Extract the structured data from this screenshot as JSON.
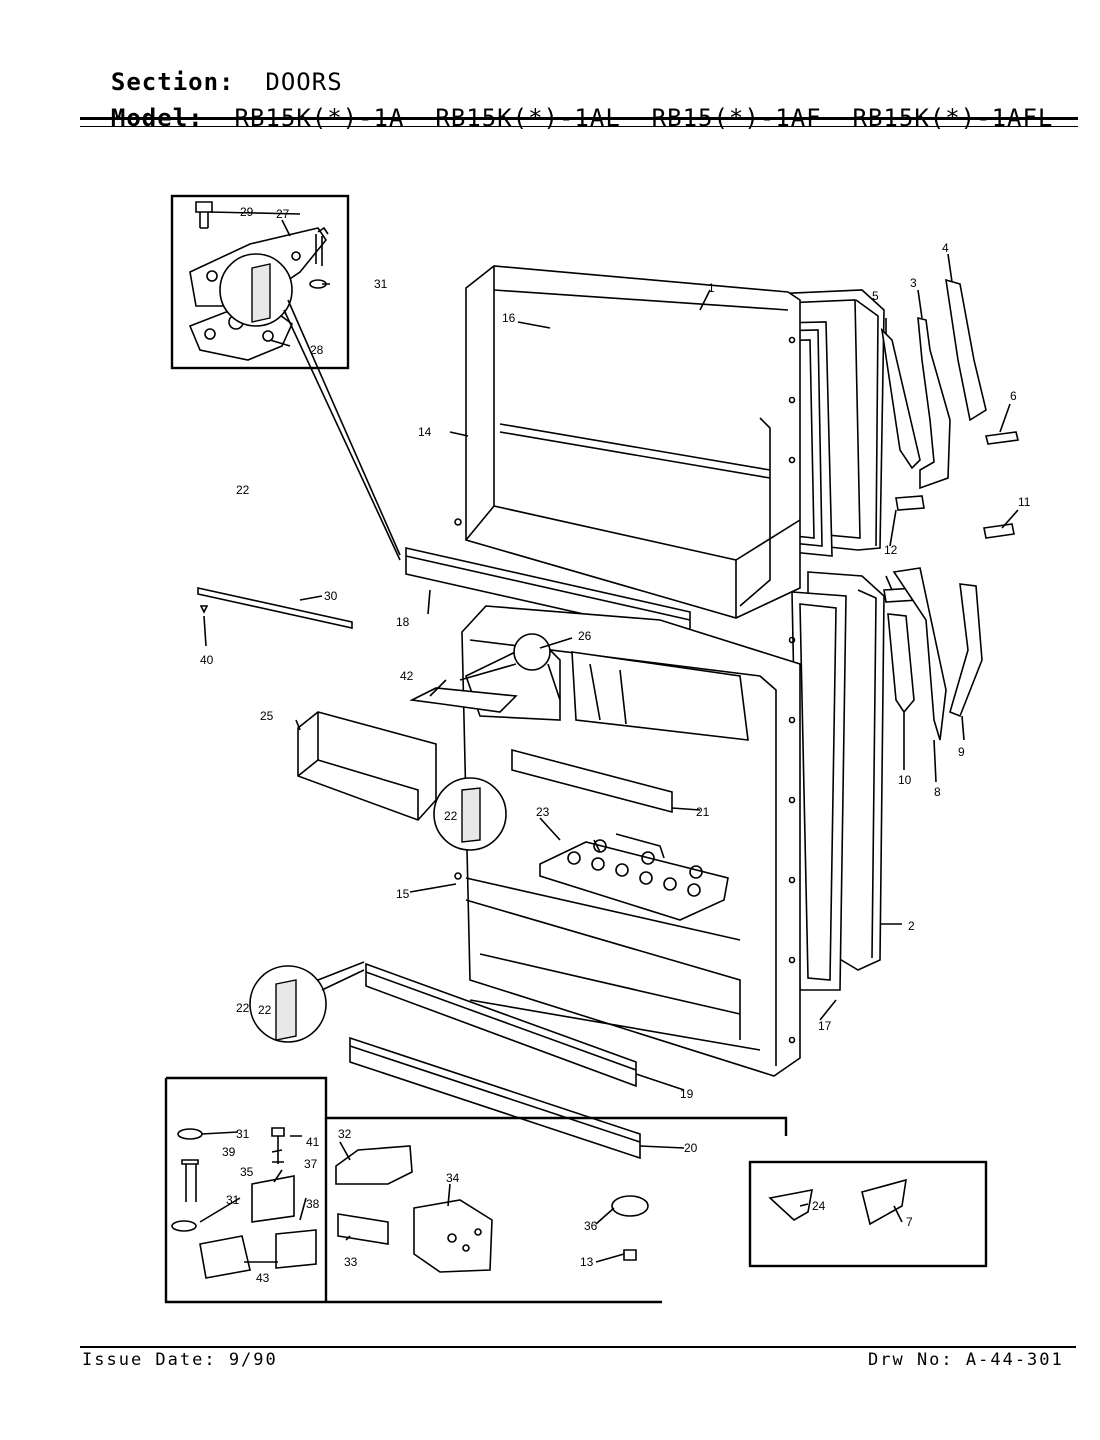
{
  "header": {
    "section_key": "Section:",
    "section_value": "DOORS",
    "model_key": "Model:",
    "models": [
      "RB15K(*)-1A",
      "RB15K(*)-1AL",
      "RB15(*)-1AF",
      "RB15K(*)-1AFL"
    ]
  },
  "footer": {
    "issue_date": "Issue Date: 9/90",
    "drawing_no": "Drw No: A-44-301"
  },
  "callouts": [
    "1",
    "2",
    "3",
    "4",
    "5",
    "6",
    "7",
    "8",
    "9",
    "10",
    "11",
    "12",
    "13",
    "14",
    "15",
    "16",
    "17",
    "18",
    "19",
    "20",
    "21",
    "22",
    "22",
    "22",
    "22",
    "23",
    "24",
    "25",
    "26",
    "27",
    "28",
    "29",
    "30",
    "31",
    "31",
    "31",
    "32",
    "33",
    "34",
    "35",
    "36",
    "37",
    "38",
    "39",
    "40",
    "41",
    "42",
    "43"
  ]
}
